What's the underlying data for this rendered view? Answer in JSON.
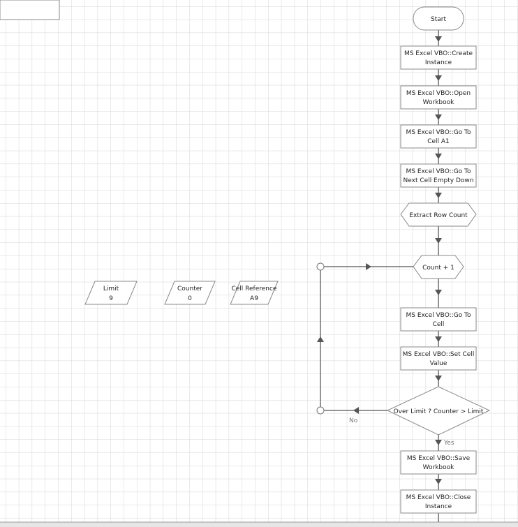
{
  "stages": {
    "start": "Start",
    "create_instance": [
      "MS Excel VBO::Create",
      "Instance"
    ],
    "open_workbook": [
      "MS Excel VBO::Open",
      "Workbook"
    ],
    "go_to_a1": [
      "MS Excel VBO::Go To",
      "Cell A1"
    ],
    "next_empty": [
      "MS Excel VBO::Go To",
      "Next Cell Empty Down"
    ],
    "extract_row_count": "Extract Row Count",
    "count_plus_one": "Count + 1",
    "go_to_cell": [
      "MS Excel VBO::Go To",
      "Cell"
    ],
    "set_cell_value": [
      "MS Excel VBO::Set Cell",
      "Value"
    ],
    "decision": "Over Limit ? Counter > Limit",
    "no_label": "No",
    "yes_label": "Yes",
    "save_workbook": [
      "MS Excel VBO::Save",
      "Workbook"
    ],
    "close_instance": [
      "MS Excel VBO::Close",
      "Instance"
    ]
  },
  "data_items": [
    {
      "name": "Limit",
      "value": "9"
    },
    {
      "name": "Counter",
      "value": "0"
    },
    {
      "name": "Cell Reference",
      "value": "A9"
    }
  ]
}
